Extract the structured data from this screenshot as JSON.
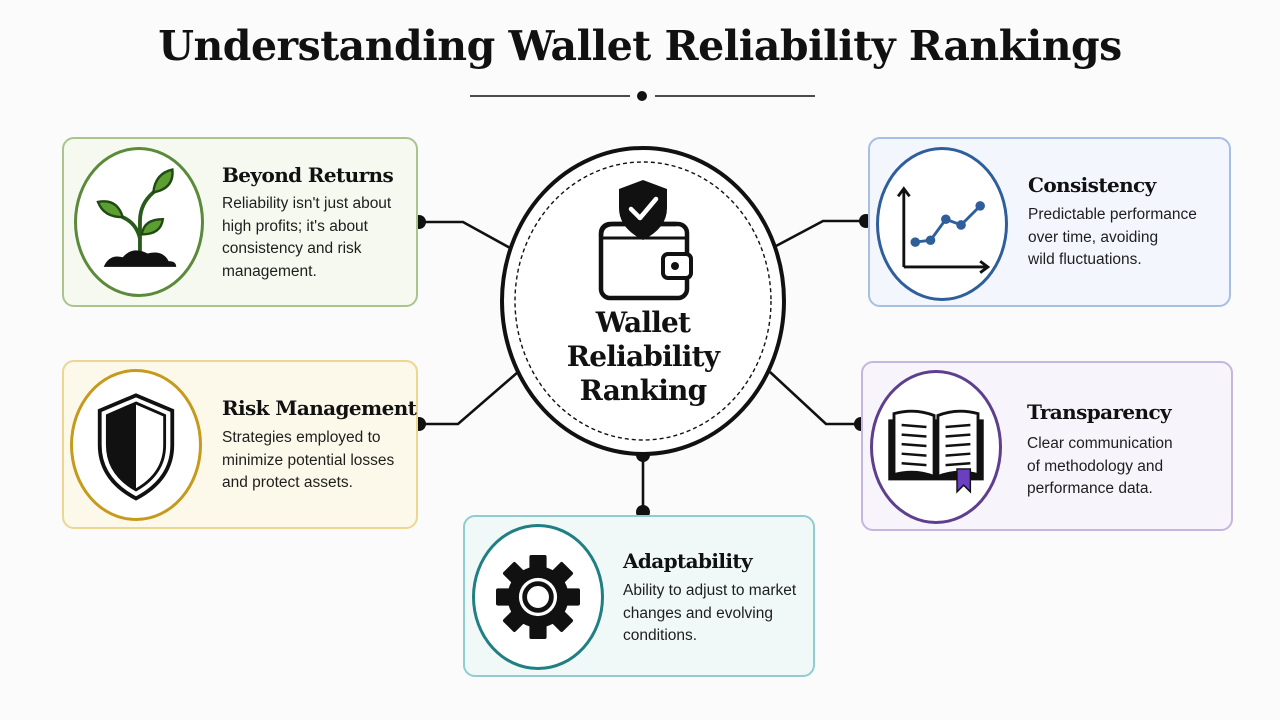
{
  "title": "Understanding Wallet Reliability Rankings",
  "center": {
    "lines": [
      "Wallet",
      "Reliability",
      "Ranking"
    ],
    "icon": "wallet-shield-check-icon"
  },
  "cards": {
    "beyond_returns": {
      "heading": "Beyond Returns",
      "lines": [
        "Reliability isn't just about",
        "high profits; it's about",
        "consistency and risk",
        "management."
      ],
      "icon": "sprout-icon",
      "accent": "#5a8a3a"
    },
    "risk_management": {
      "heading": "Risk Management",
      "lines": [
        "Strategies employed to",
        "minimize potential losses",
        "and protect assets."
      ],
      "icon": "shield-icon",
      "accent": "#c69a1c"
    },
    "adaptability": {
      "heading": "Adaptability",
      "lines": [
        "Ability to adjust to market",
        "changes and evolving",
        "conditions."
      ],
      "icon": "gear-icon",
      "accent": "#1f7f82"
    },
    "consistency": {
      "heading": "Consistency",
      "lines": [
        "Predictable performance",
        "over time, avoiding",
        "wild fluctuations."
      ],
      "icon": "line-chart-icon",
      "accent": "#2f5f9a"
    },
    "transparency": {
      "heading": "Transparency",
      "lines": [
        "Clear communication",
        "of methodology and",
        "performance data."
      ],
      "icon": "open-book-icon",
      "accent": "#5d3f8e"
    }
  }
}
